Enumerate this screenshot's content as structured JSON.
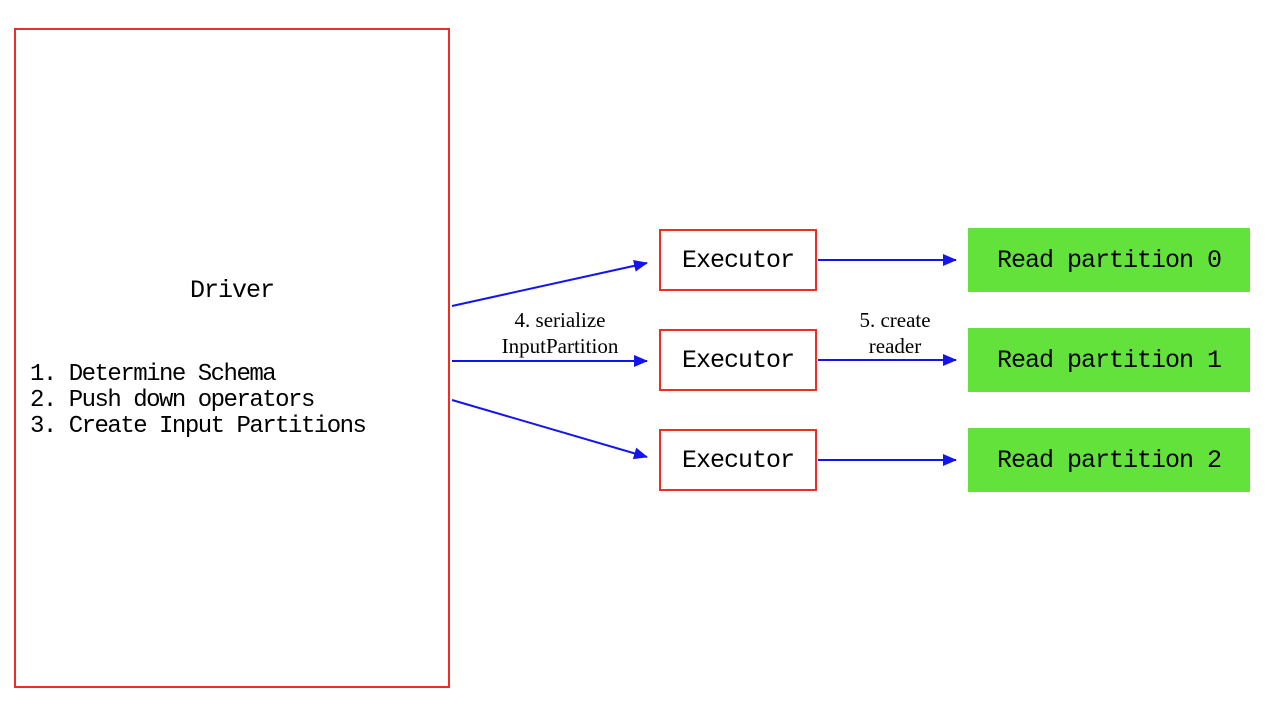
{
  "diagram": {
    "driver": {
      "title": "Driver",
      "steps": [
        "1. Determine Schema",
        "2. Push down operators",
        "3. Create Input Partitions"
      ]
    },
    "executors": [
      {
        "label": "Executor"
      },
      {
        "label": "Executor"
      },
      {
        "label": "Executor"
      }
    ],
    "partitions": [
      {
        "label": "Read partition 0"
      },
      {
        "label": "Read partition 1"
      },
      {
        "label": "Read partition 2"
      }
    ],
    "annotations": {
      "serialize": "4. serialize\nInputPartition",
      "create_reader": "5. create\nreader"
    },
    "colors": {
      "box_border": "#ee2e24",
      "arrow": "#1414ef",
      "partition_fill": "#63e23c",
      "text": "#000000"
    }
  }
}
